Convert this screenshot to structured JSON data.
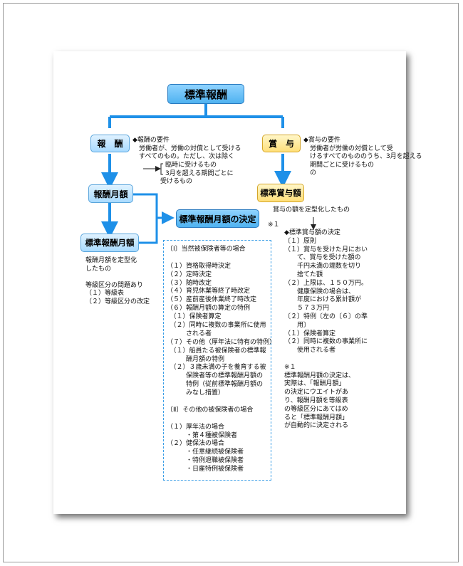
{
  "title_box": "標準報酬",
  "houshu_box": "報　酬",
  "shoyo_box": "賞　与",
  "houshu_getsugaku_box": "報酬月額",
  "hyojun_houshu_getsugaku_box": "標準報酬月額",
  "hyojun_shoyogaku_box": "標準賞与額",
  "kettei_box": "標準報酬月額の決定",
  "kettei_note": "※１",
  "houshu_requirement": [
    "◆報酬の要件",
    "　労働者が、労働の対償として受ける",
    "　すべてのもの。ただし、次は除く"
  ],
  "houshu_exclusions": [
    "臨時に受けるもの",
    "3月を超える期間ごとに",
    "受けるもの"
  ],
  "shoyo_requirement": [
    "◆賞与の要件",
    "　労働者が労働の対償として受",
    "　けるすべてのもののうち、3月を超える",
    "　期間ごとに受けるもの",
    "　の"
  ],
  "left_notes": [
    "報酬月額を定型化",
    "したもの",
    "",
    "等級区分の問題あり",
    "（１）等級表",
    "（２）等級区分の改定"
  ],
  "shoyo_teikei": "賞与の額を定型化したもの",
  "right_notes": [
    "◆標準賞与額の決定",
    "〔１〕原則",
    "（１）賞与を受けた月におい",
    "　　て、賞与を受けた額の",
    "　　千円未満の端数を切り",
    "　　捨てた額",
    "（２）上限は、１５０万円。",
    "　　健康保険の場合は、",
    "　　年度における累計額が",
    "　　５７３万円",
    "〔２〕特例〔左の〔６〕の準",
    "　　用〕",
    "（１）保険者算定",
    "（２）同時に複数の事業所に",
    "　　使用される者",
    "",
    "※１",
    "標準報酬月額の決定は、",
    "実際は、「報酬月額」",
    "の決定にウエイトがあ",
    "り、報酬月額を等級表",
    "の等級区分にあてはめ",
    "ると「標準報酬月額」",
    "が自動的に決定される"
  ],
  "center_list": [
    "〔Ⅰ〕当然被保険者等の場合",
    "",
    "（１）資格取得時決定",
    "（２）定時決定",
    "（３）随時改定",
    "（４）育児休業等終了時改定",
    "（５）産前産後休業終了時改定",
    "（６）報酬月額の算定の特例",
    "　（１）保険者算定",
    "　（２）同時に複数の事業所に使用",
    "　　　される者",
    "（７）その他（厚年法に特有の特例）",
    "　（１）船員たる被保険者の標準報",
    "　　　酬月額の特例",
    "　（２）３歳未満の子を養育する被",
    "　　　保険者等の標準報酬月額の",
    "　　　特例（従前標準報酬月額の",
    "　　　みなし措置）",
    "",
    "〔Ⅱ〕その他の被保険者の場合",
    "",
    "（１）厚年法の場合",
    "　　　・第４種被保険者",
    "（２）健保法の場合",
    "　　　・任意継続被保険者",
    "　　　・特例退職被保険者",
    "　　　・日雇特例被保険者"
  ],
  "colors": {
    "arrow": "#1e90e8",
    "accent_blue": "#4fb2f0",
    "accent_yellow": "#ffe07a"
  }
}
